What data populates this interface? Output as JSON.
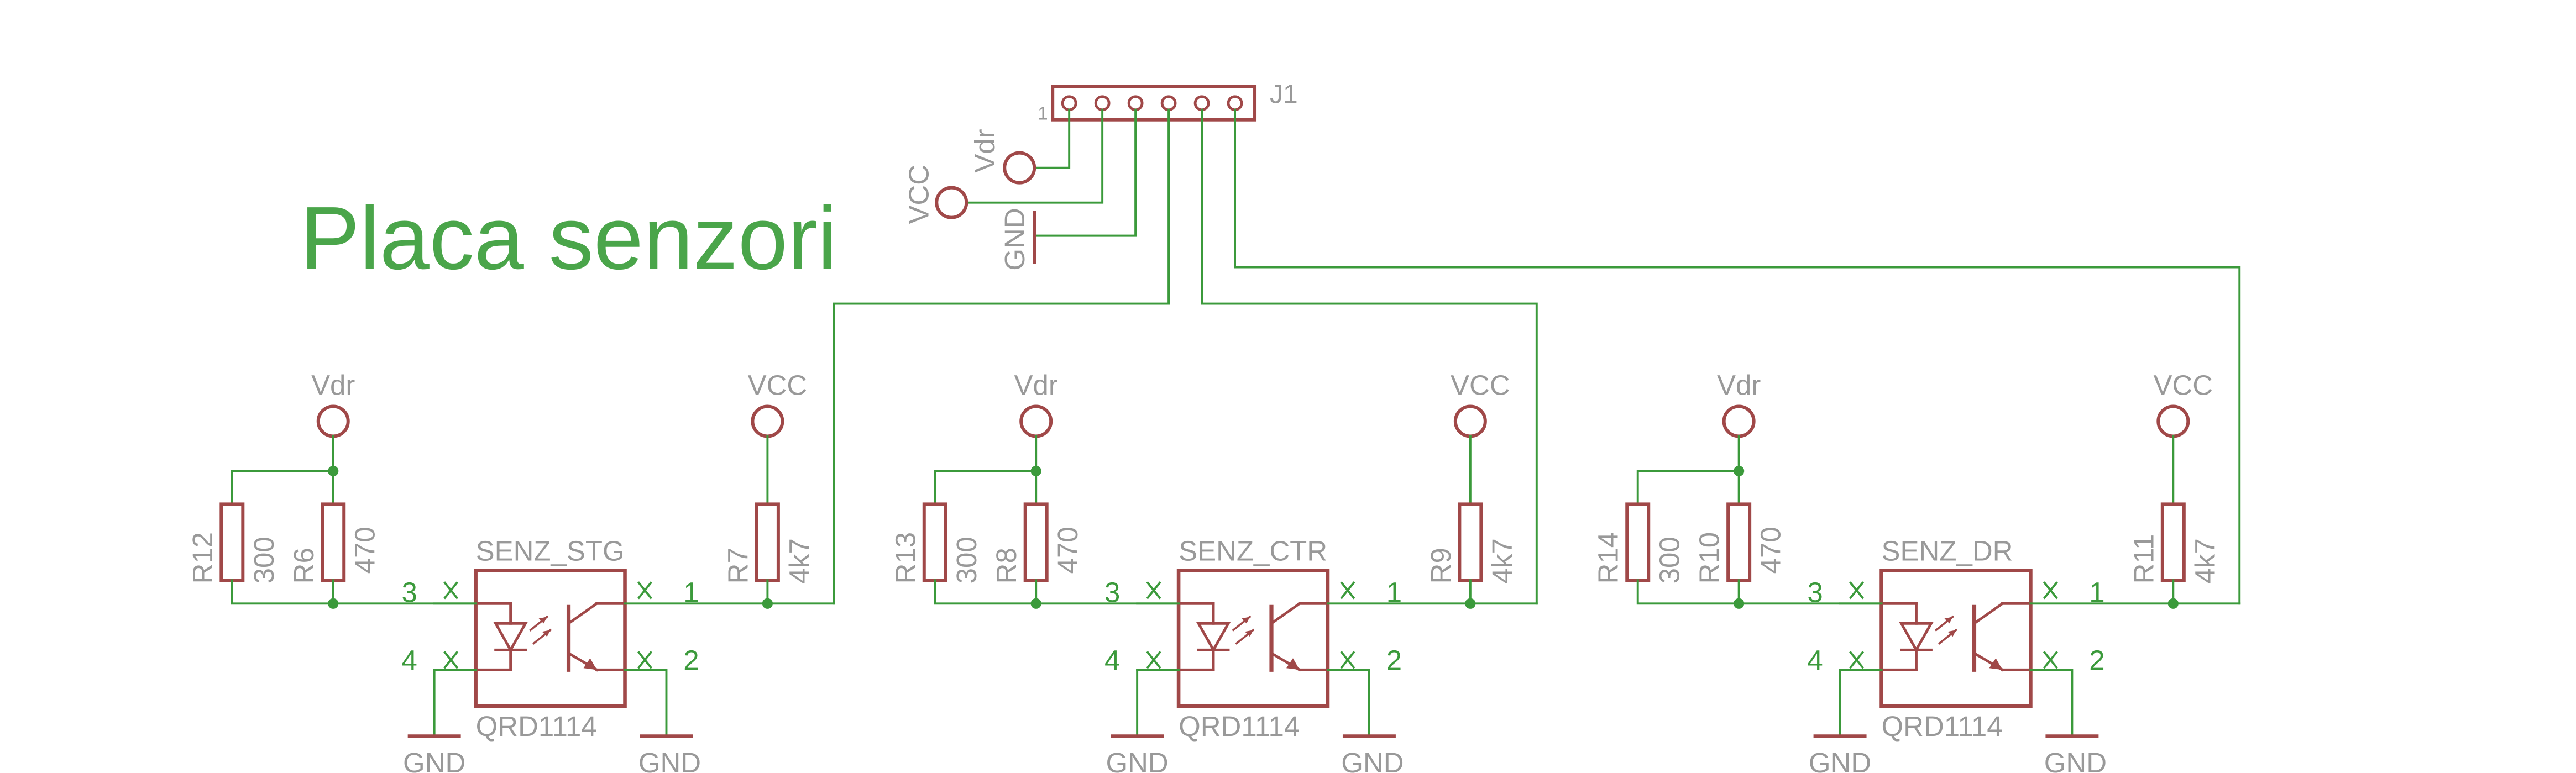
{
  "title": "Placa senzori",
  "colors": {
    "wire": "#3b9a3b",
    "symbol": "#a04848",
    "label": "#999999",
    "title": "#4aa54a",
    "junction": "#3b9a3b"
  },
  "connector": {
    "name": "J1",
    "pin1_label": "1",
    "supplies": {
      "vcc": "VCC",
      "vdr": "Vdr",
      "gnd": "GND"
    }
  },
  "blocks": [
    {
      "name": "SENZ_STG",
      "part": "QRD1114",
      "r_pull": {
        "name": "R12",
        "value": "300"
      },
      "r_led": {
        "name": "R6",
        "value": "470"
      },
      "r_out": {
        "name": "R7",
        "value": "4k7"
      },
      "supply_top_left": "Vdr",
      "supply_top_right": "VCC",
      "pins": {
        "p1": "1",
        "p2": "2",
        "p3": "3",
        "p4": "4"
      },
      "gnd_left": "GND",
      "gnd_right": "GND"
    },
    {
      "name": "SENZ_CTR",
      "part": "QRD1114",
      "r_pull": {
        "name": "R13",
        "value": "300"
      },
      "r_led": {
        "name": "R8",
        "value": "470"
      },
      "r_out": {
        "name": "R9",
        "value": "4k7"
      },
      "supply_top_left": "Vdr",
      "supply_top_right": "VCC",
      "pins": {
        "p1": "1",
        "p2": "2",
        "p3": "3",
        "p4": "4"
      },
      "gnd_left": "GND",
      "gnd_right": "GND"
    },
    {
      "name": "SENZ_DR",
      "part": "QRD1114",
      "r_pull": {
        "name": "R14",
        "value": "300"
      },
      "r_led": {
        "name": "R10",
        "value": "470"
      },
      "r_out": {
        "name": "R11",
        "value": "4k7"
      },
      "supply_top_left": "Vdr",
      "supply_top_right": "VCC",
      "pins": {
        "p1": "1",
        "p2": "2",
        "p3": "3",
        "p4": "4"
      },
      "gnd_left": "GND",
      "gnd_right": "GND"
    }
  ]
}
